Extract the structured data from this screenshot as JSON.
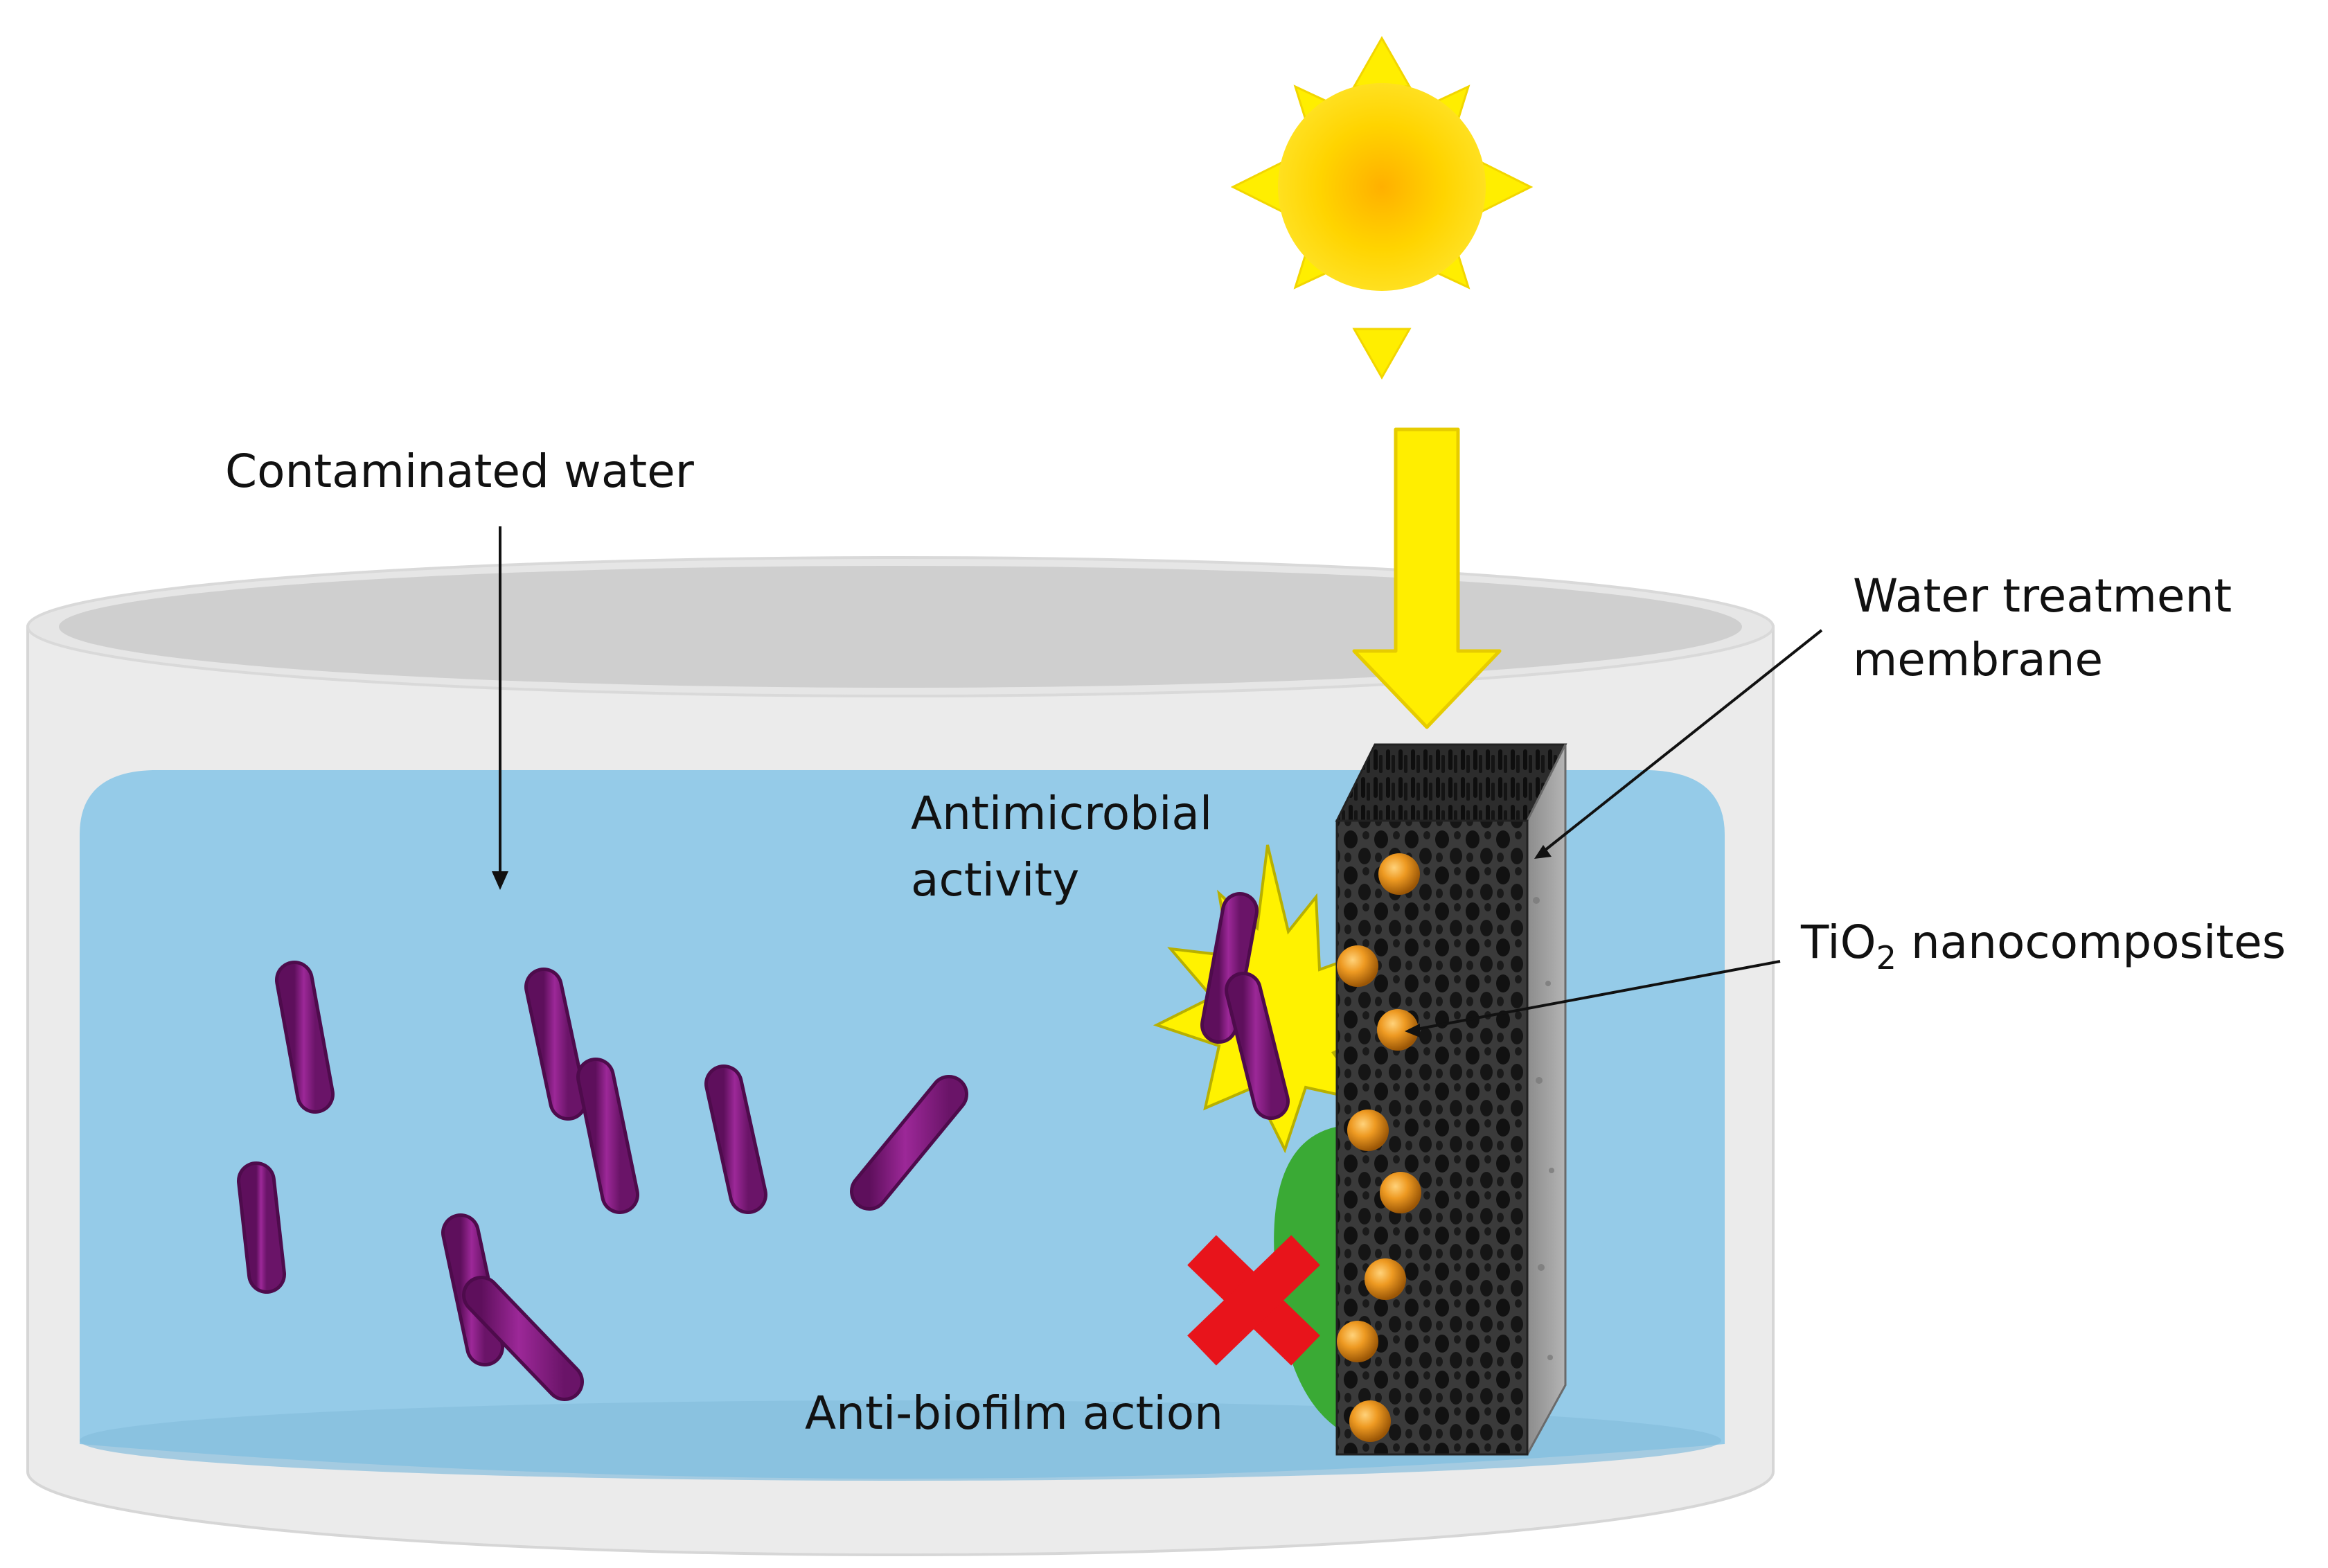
{
  "labels": {
    "contaminated_water": "Contaminated water",
    "membrane_line1": "Water treatment",
    "membrane_line2": "membrane",
    "antimicrobial_line1": "Antimicrobial",
    "antimicrobial_line2": "activity",
    "tio2_prefix": "TiO",
    "tio2_subscript": "2",
    "tio2_suffix": " nanocomposites",
    "antibiofilm": "Anti-biofilm action"
  },
  "colors": {
    "sun": "#FFD700",
    "sun_rays": "#FFEE00",
    "water": "#95CBE8",
    "bacteria": "#8A1A86",
    "nanoparticle": "#E58A12",
    "biofilm": "#3AAA35",
    "cross": "#E8141B",
    "membrane": "#3C3C3C"
  }
}
